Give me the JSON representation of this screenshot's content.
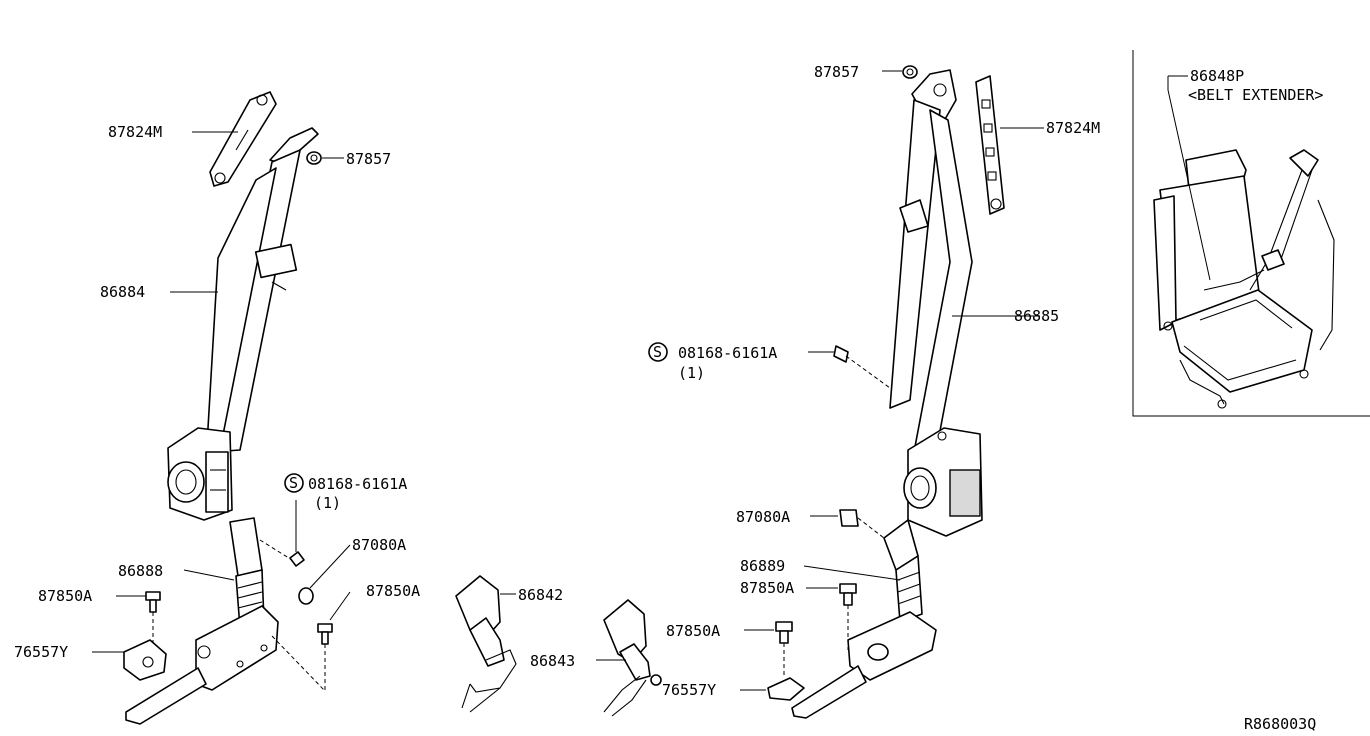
{
  "diagram_code": "R868003Q",
  "inset": {
    "part_number": "86848P",
    "caption": "<BELT EXTENDER>"
  },
  "labels": {
    "l_87824M": "87824M",
    "l_87857": "87857",
    "l_86884": "86884",
    "l_08168": "08168-6161A",
    "l_08168_qty": "(1)",
    "l_87080A": "87080A",
    "l_86888": "86888",
    "l_87850A_a": "87850A",
    "l_87850A_b": "87850A",
    "l_76557Y": "76557Y",
    "l_86842": "86842",
    "l_86843": "86843",
    "l_87850A_c": "87850A",
    "l_76557Y_b": "76557Y",
    "r_87857": "87857",
    "r_87824M": "87824M",
    "r_86885": "86885",
    "r_08168": "08168-6161A",
    "r_08168_qty": "(1)",
    "r_87080A": "87080A",
    "r_86889": "86889",
    "r_87850A": "87850A"
  },
  "symbol_S": "S"
}
